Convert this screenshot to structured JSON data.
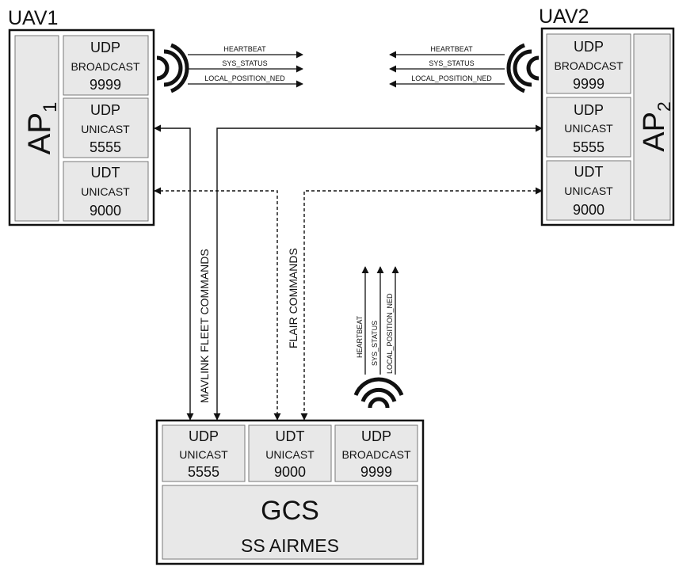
{
  "uav1": {
    "title": "UAV1",
    "autopilot": {
      "main": "AP",
      "sub": "1"
    },
    "ports": [
      {
        "proto": "UDP",
        "mode": "BROADCAST",
        "port": "9999"
      },
      {
        "proto": "UDP",
        "mode": "UNICAST",
        "port": "5555"
      },
      {
        "proto": "UDT",
        "mode": "UNICAST",
        "port": "9000"
      }
    ]
  },
  "uav2": {
    "title": "UAV2",
    "autopilot": {
      "main": "AP",
      "sub": "2"
    },
    "ports": [
      {
        "proto": "UDP",
        "mode": "BROADCAST",
        "port": "9999"
      },
      {
        "proto": "UDP",
        "mode": "UNICAST",
        "port": "5555"
      },
      {
        "proto": "UDT",
        "mode": "UNICAST",
        "port": "9000"
      }
    ]
  },
  "gcs": {
    "name": "GCS",
    "subtitle": "SS AIRMES",
    "ports": [
      {
        "proto": "UDP",
        "mode": "UNICAST",
        "port": "5555"
      },
      {
        "proto": "UDT",
        "mode": "UNICAST",
        "port": "9000"
      },
      {
        "proto": "UDP",
        "mode": "BROADCAST",
        "port": "9999"
      }
    ]
  },
  "broadcast_messages": [
    "HEARTBEAT",
    "SYS_STATUS",
    "LOCAL_POSITION_NED"
  ],
  "links": {
    "mavlink_label": "MAVLINK FLEET COMMANDS",
    "flair_label": "FLAIR COMMANDS"
  },
  "colors": {
    "box_fill": "#e8e8e8",
    "stroke": "#111111",
    "background": "#ffffff"
  }
}
